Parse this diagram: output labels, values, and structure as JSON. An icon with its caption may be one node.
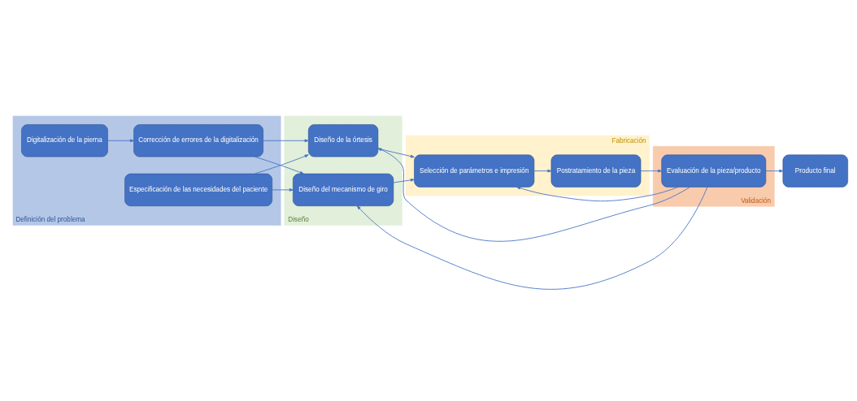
{
  "diagram": {
    "nodes": [
      {
        "text": [
          "Definición del problema"
        ]
      },
      {
        "text": [
          "Digitalización de la pierna"
        ],
        "in": 0
      },
      {
        "text": [
          "Corrección de errores de la digitalización"
        ],
        "in": 0
      },
      {
        "text": [
          "Especificación de las necesidades del paciente"
        ],
        "in": 0
      },
      {
        "text": [
          "Diseño"
        ]
      },
      {
        "text": [
          "Diseño de la órtesis"
        ],
        "in": 4
      },
      {
        "text": [
          "Diseño del mecanismo de giro"
        ],
        "in": 4
      },
      {
        "text": [
          "Fabricación"
        ]
      },
      {
        "text": [
          "Selección de parámetros e impresión"
        ],
        "in": 7
      },
      {
        "text": [
          "Postratamiento de la pieza"
        ],
        "in": 7
      },
      {
        "text": [
          "Validación"
        ]
      },
      {
        "text": [
          "Evaluación de la pieza/producto"
        ],
        "in": 10
      },
      {
        "text": [
          "Producto final"
        ]
      }
    ],
    "edges": [
      {
        "from": 1,
        "to": 2,
        "arrow": "to"
      },
      {
        "from": 2,
        "to": 5,
        "arrow": "to"
      },
      {
        "from": 2,
        "to": 6,
        "arrow": "to"
      },
      {
        "from": 3,
        "to": 5,
        "arrow": "to"
      },
      {
        "from": 3,
        "to": 6,
        "arrow": "to"
      },
      {
        "from": 11,
        "to": 5,
        "arrow": "to"
      },
      {
        "from": 11,
        "to": 6,
        "arrow": "to"
      },
      {
        "from": 5,
        "to": 8,
        "arrow": "to"
      },
      {
        "from": 6,
        "to": 8,
        "arrow": "to"
      },
      {
        "from": 11,
        "to": 8,
        "arrow": "to"
      },
      {
        "from": 8,
        "to": 9,
        "arrow": "to"
      },
      {
        "from": 9,
        "to": 11,
        "arrow": "to"
      },
      {
        "from": 11,
        "to": 12,
        "arrow": "to"
      }
    ]
  }
}
